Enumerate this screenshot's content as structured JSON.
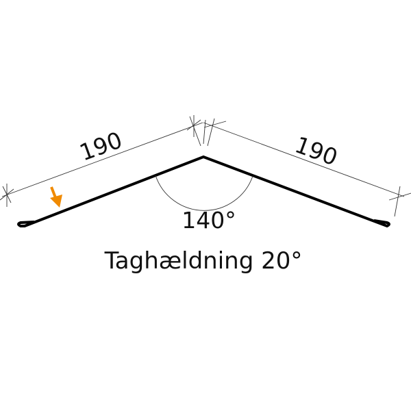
{
  "diagram": {
    "left_length": "190",
    "right_length": "190",
    "angle": "140°",
    "caption": "Taghældning 20°",
    "colors": {
      "profile": "#000000",
      "dimension": "#333333",
      "arrow": "#f08a00"
    }
  }
}
